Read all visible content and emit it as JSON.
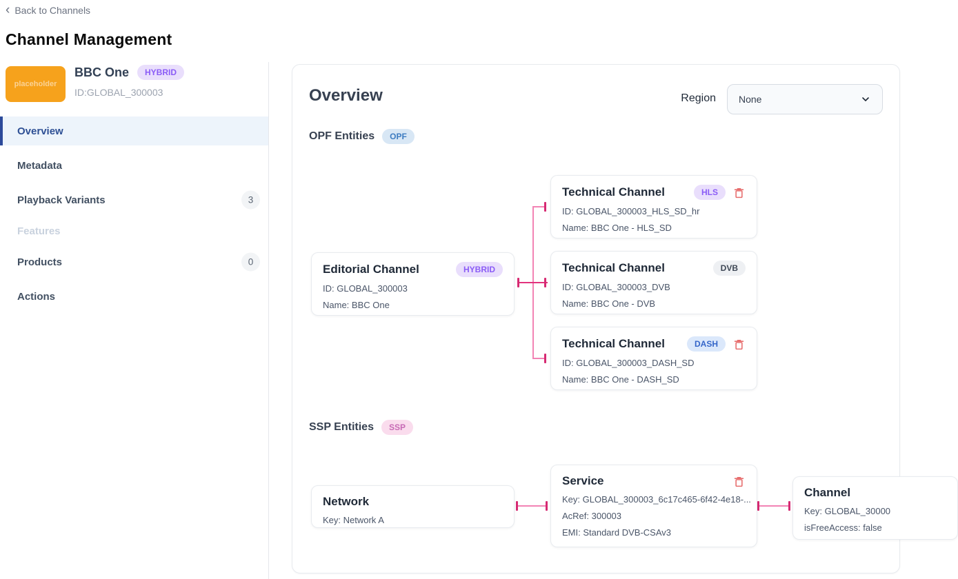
{
  "page": {
    "back_label": "Back to Channels",
    "title": "Channel Management"
  },
  "sidebar": {
    "logo_text": "placeholder",
    "channel_name": "BBC One",
    "channel_badge": "HYBRID",
    "channel_id": "ID:GLOBAL_300003",
    "items": [
      {
        "label": "Overview",
        "state": "selected"
      },
      {
        "label": "Metadata"
      },
      {
        "label": "Playback Variants",
        "count": "3"
      },
      {
        "label": "Features",
        "state": "disabled"
      },
      {
        "label": "Products",
        "count": "0"
      },
      {
        "label": "Actions"
      }
    ]
  },
  "main": {
    "title": "Overview",
    "region": {
      "label": "Region",
      "value": "None"
    },
    "opf_section": {
      "heading": "OPF Entities",
      "badge": "OPF",
      "editorial": {
        "title": "Editorial Channel",
        "badge": "HYBRID",
        "id": "ID: GLOBAL_300003",
        "name": "Name: BBC One"
      },
      "technical": [
        {
          "title": "Technical Channel",
          "badge": "HLS",
          "id": "ID: GLOBAL_300003_HLS_SD_hr",
          "name": "Name: BBC One - HLS_SD",
          "deletable": true
        },
        {
          "title": "Technical Channel",
          "badge": "DVB",
          "id": "ID: GLOBAL_300003_DVB",
          "name": "Name: BBC One - DVB",
          "deletable": false
        },
        {
          "title": "Technical Channel",
          "badge": "DASH",
          "id": "ID: GLOBAL_300003_DASH_SD",
          "name": "Name: BBC One - DASH_SD",
          "deletable": true
        }
      ]
    },
    "ssp_section": {
      "heading": "SSP Entities",
      "badge": "SSP",
      "network": {
        "title": "Network",
        "key": "Key: Network A"
      },
      "service": {
        "title": "Service",
        "key": "Key: GLOBAL_300003_6c17c465-6f42-4e18-...",
        "acref": "AcRef: 300003",
        "emi": "EMI: Standard DVB-CSAv3"
      },
      "channel": {
        "title": "Channel",
        "key": "Key: GLOBAL_30000",
        "free_access": "isFreeAccess: false"
      }
    }
  },
  "icons": {
    "back": "chevron-left",
    "region_dropdown": "chevron-down",
    "delete": "trash"
  },
  "colors": {
    "logo_orange": "#f6a21c",
    "nav_selected_border": "#2c4a9a",
    "nav_selected_bg": "#edf4fb",
    "connector_pink": "#f283b4",
    "connector_dark_pink": "#d62a72",
    "trash_red": "#e76e6e",
    "badge_purple_bg": "#e9defc",
    "badge_purple_text": "#8b5cf6",
    "badge_blue_bg": "#dbe8fb",
    "badge_blue_text": "#3566c9",
    "badge_opf_bg": "#d8e7f5",
    "badge_opf_text": "#3e7cc1",
    "badge_ssp_bg": "#fadced",
    "badge_ssp_text": "#c76ab5"
  }
}
